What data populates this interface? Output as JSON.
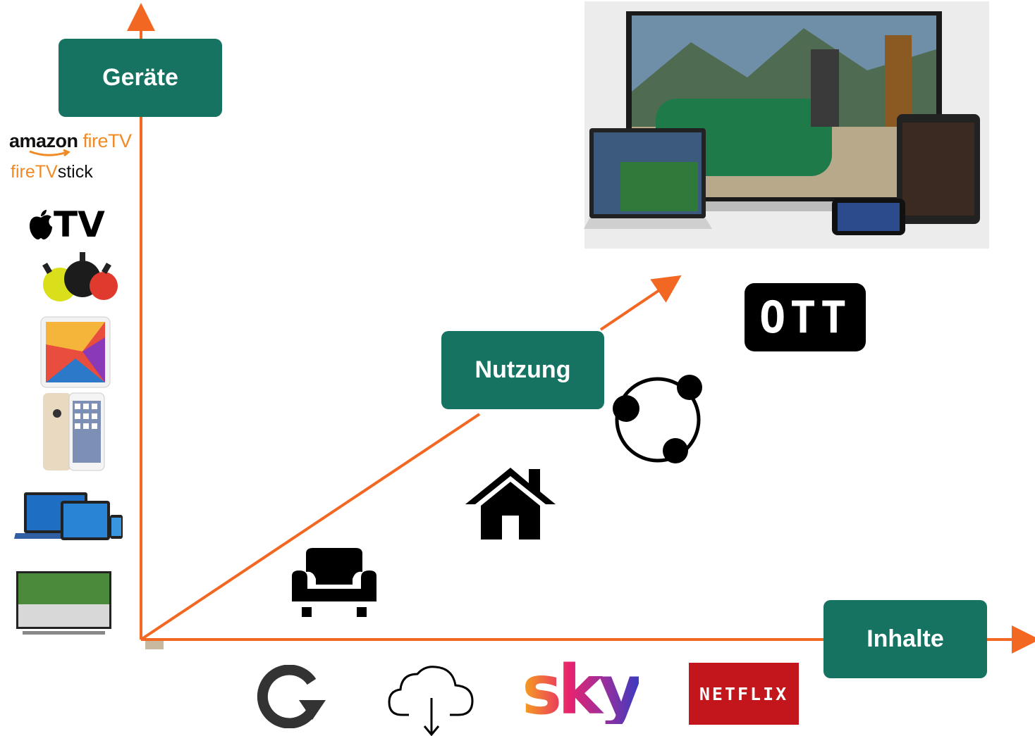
{
  "axes": {
    "vertical_label": "Geräte",
    "diagonal_label": "Nutzung",
    "horizontal_label": "Inhalte"
  },
  "devices": {
    "amazon_word": "amazon",
    "fire_tv_word": "fireTV",
    "fire_word": "fire",
    "tv_word": "TV",
    "stick_word": "stick",
    "apple_tv_text": "TV"
  },
  "usage": {
    "ott_badge": "OTT"
  },
  "content": {
    "netflix_logo": "NETFLIX",
    "sky_logo": "sky"
  },
  "colors": {
    "axis": "#f26722",
    "box": "#167362",
    "netflix": "#c3151c"
  }
}
